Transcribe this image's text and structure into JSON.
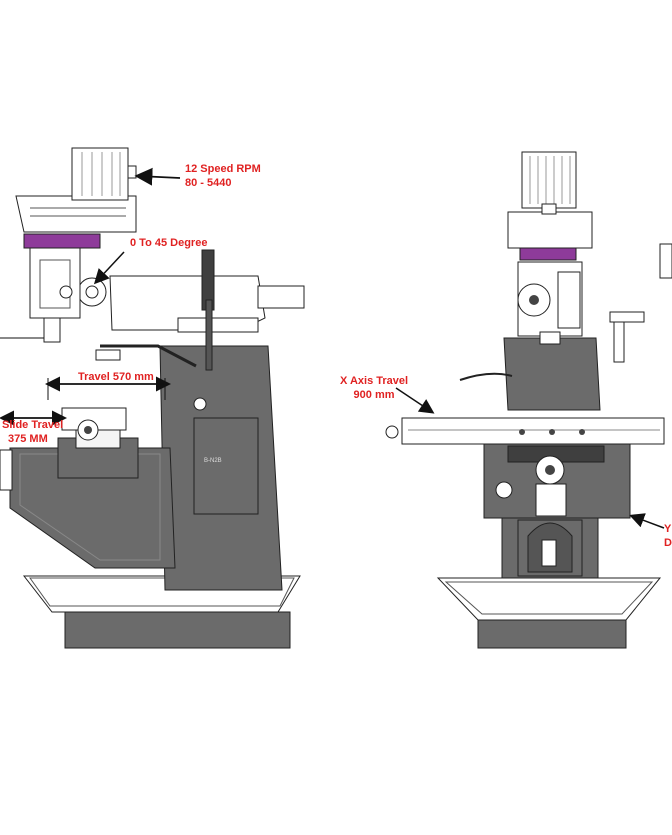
{
  "annotations": {
    "speed": {
      "line1": "12 Speed RPM",
      "line2": "80 - 5440"
    },
    "tilt": {
      "line1": "0 To 45 Degree"
    },
    "travel": {
      "line1": "Travel 570 mm"
    },
    "slide": {
      "line1": "Slide Travel",
      "line2": "375 MM"
    },
    "x_axis": {
      "line1": "X Axis Travel",
      "line2": "900 mm"
    },
    "y_partial": {
      "line1": "Y",
      "line2": "D"
    }
  },
  "colors": {
    "annotation": "#e02222",
    "machine_body": "#6b6b6b",
    "machine_dark": "#3f3f3f",
    "accent_purple": "#8e3b9a",
    "outline": "#222222"
  }
}
